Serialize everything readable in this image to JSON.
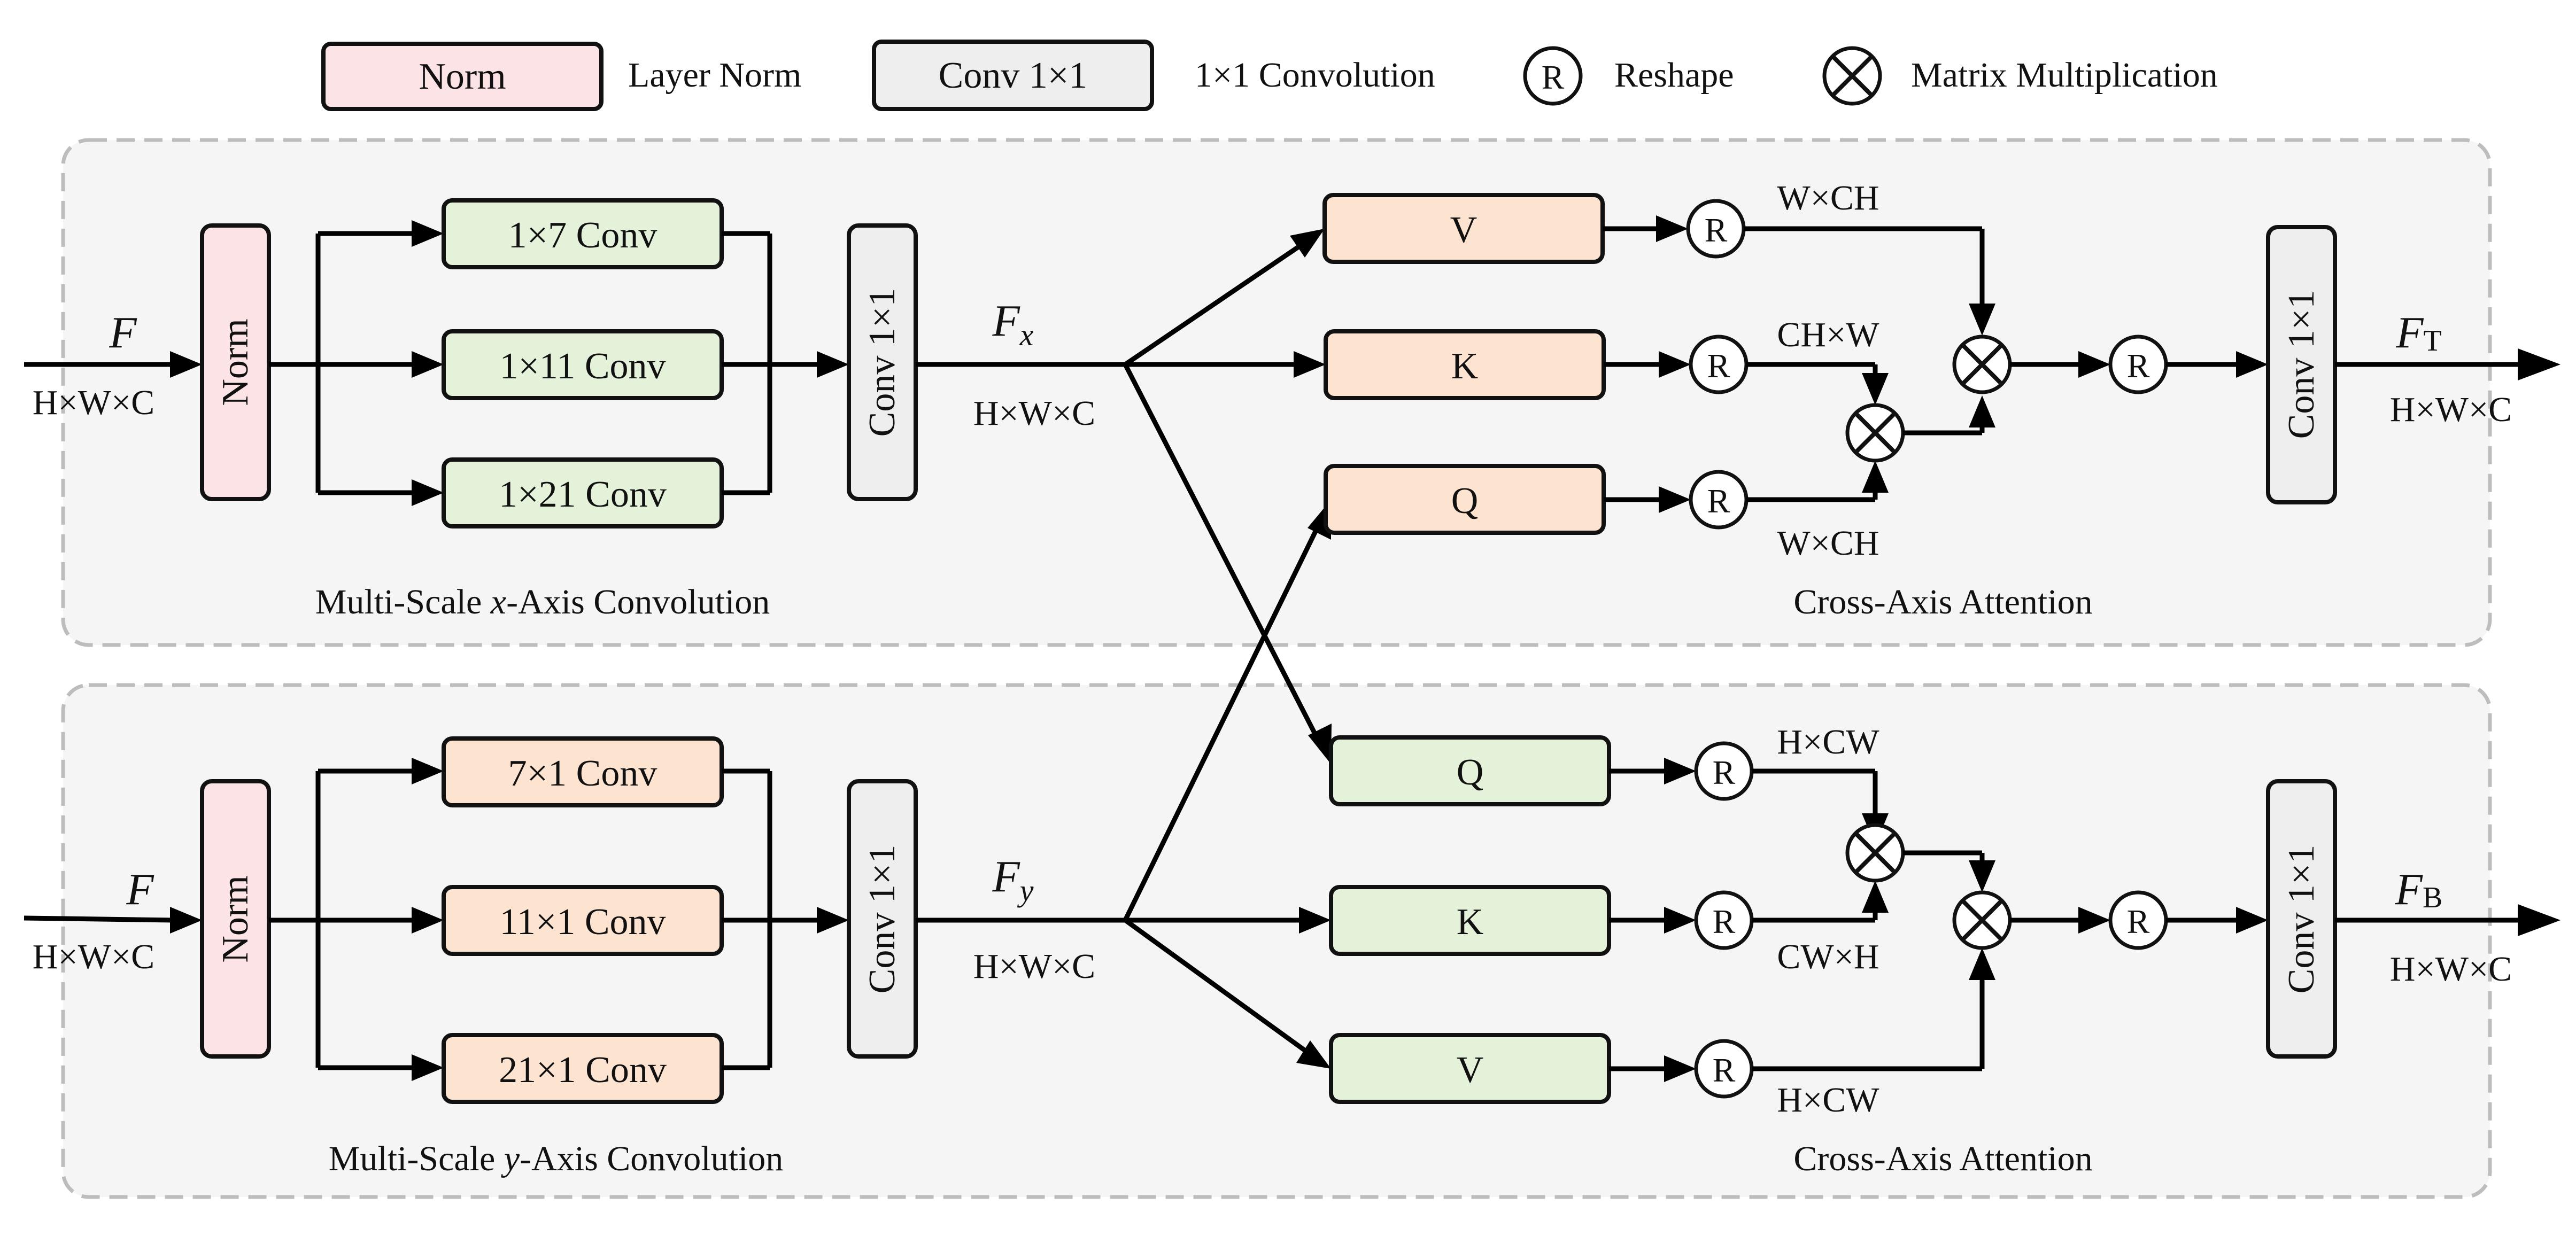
{
  "colors": {
    "norm": "#fce4e6",
    "conv1x1": "#eeeeee",
    "green": "#e3f2d8",
    "orange": "#fde4d0",
    "panel_fill": "#f5f5f5",
    "panel_border": "#bdbdbd",
    "line": "#000000"
  },
  "icons": {
    "reshape": "circled-R-icon",
    "matmul": "circled-times-icon"
  },
  "legend": {
    "norm_box": "Norm",
    "norm_desc": "Layer Norm",
    "conv_box": "Conv 1×1",
    "conv_desc": "1×1 Convolution",
    "reshape_symbol": "R",
    "reshape_desc": "Reshape",
    "matmul_desc": "Matrix Multiplication"
  },
  "top": {
    "input": {
      "symbol": "F",
      "shape": "H×W×C"
    },
    "norm": "Norm",
    "branches": [
      "1×7 Conv",
      "1×11 Conv",
      "1×21 Conv"
    ],
    "conv": "Conv 1×1",
    "feature": {
      "symbol": "F",
      "sub": "x",
      "shape": "H×W×C"
    },
    "section_label_pre": "Multi-Scale ",
    "section_label_axis": "x",
    "section_label_post": "-Axis Convolution",
    "attention": {
      "v": "V",
      "k": "K",
      "q": "Q",
      "r": "R",
      "v_shape": "W×CH",
      "k_shape": "CH×W",
      "q_shape": "W×CH",
      "conv": "Conv 1×1",
      "label": "Cross-Axis Attention"
    },
    "output": {
      "symbol": "F",
      "sub": "T",
      "shape": "H×W×C"
    }
  },
  "bottom": {
    "input": {
      "symbol": "F",
      "shape": "H×W×C"
    },
    "norm": "Norm",
    "branches": [
      "7×1 Conv",
      "11×1 Conv",
      "21×1 Conv"
    ],
    "conv": "Conv 1×1",
    "feature": {
      "symbol": "F",
      "sub": "y",
      "shape": "H×W×C"
    },
    "section_label_pre": "Multi-Scale ",
    "section_label_axis": "y",
    "section_label_post": "-Axis Convolution",
    "attention": {
      "q": "Q",
      "k": "K",
      "v": "V",
      "r": "R",
      "q_shape": "H×CW",
      "k_shape": "CW×H",
      "v_shape": "H×CW",
      "conv": "Conv 1×1",
      "label": "Cross-Axis Attention"
    },
    "output": {
      "symbol": "F",
      "sub": "B",
      "shape": "H×W×C"
    }
  }
}
